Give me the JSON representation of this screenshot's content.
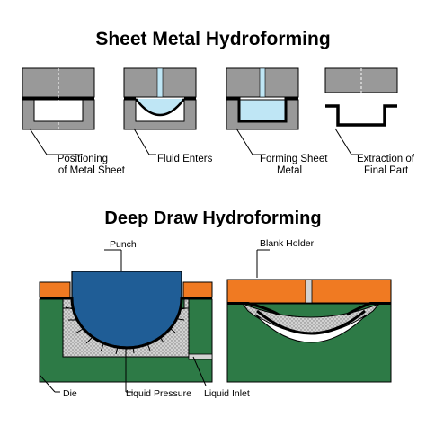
{
  "titles": {
    "sheet": "Sheet Metal Hydroforming",
    "deep": "Deep Draw Hydroforming"
  },
  "steps": [
    {
      "line1": "Positioning",
      "line2": "of Metal Sheet"
    },
    {
      "line1": "Fluid Enters",
      "line2": ""
    },
    {
      "line1": "Forming Sheet",
      "line2": "Metal"
    },
    {
      "line1": "Extraction of",
      "line2": "Final Part"
    }
  ],
  "deep_labels": {
    "punch": "Punch",
    "blank_holder": "Blank Holder",
    "die": "Die",
    "liquid_pressure": "Liquid Pressure",
    "liquid_inlet": "Liquid Inlet"
  },
  "colors": {
    "die_gray": "#999999",
    "fluid_blue": "#bfe6f5",
    "punch_blue": "#1f5d96",
    "holder_orange": "#f07a22",
    "die_green": "#2d7a46",
    "pressure_gray": "#c8c8c8"
  }
}
